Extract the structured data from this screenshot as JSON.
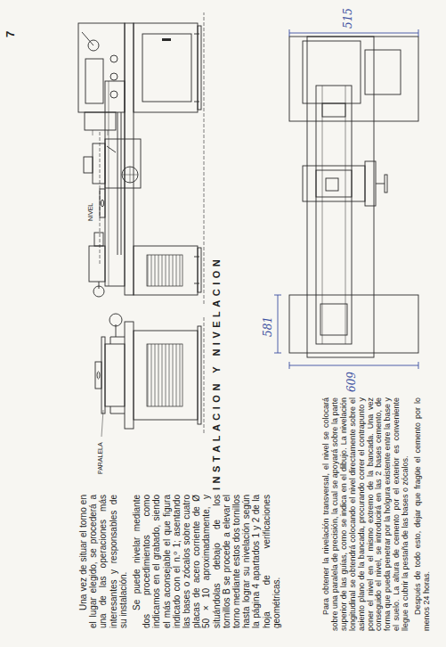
{
  "diagram": {
    "title": "INSTALACION Y NIVELACION",
    "labels": [
      "7",
      "Una vez de situar el torno en el lugar elegido, se procederá a una de las operaciones más interesantes y responsables de su instalación.",
      "Se puede nivelar mediante dos procedimientos como indicamos en el grabado, siendo el más aconsejable el que figura indicado con el n.º 1; asentando las bases o zócalos sobre cuatro placas de acero corriente de Ø 50 × 10 aproximadamente, y situándolas debajo de los tornillos B se procede a elevar el torno mediante estos dos tornillos hasta lograr su nivelación según la página 4 apartados 1 y 2 de la hoja de verificaciones geométricas.",
      "Para obtener la nivelación transversal, el nivel se colocará sobre una paralela de precisión, la cual se apoyará sobre la parte superior de las guías, como se indica en el dibujo. La nivelación longitudinal se obtendrá colocando el nivel directamente sobre el asiento plano de la bancada, procurando correr el contrapunto y poner el nivel en el mismo extremo de la bancada. Una vez conseguido el nivel, se introducirá en las 2 bases cemento, de forma que pueda penetrar por la holgura existente entre la base y el suelo. La altura de cemento por el exterior es conveniente llegue a cubrir la pestaña de las bases o zócalos.",
      "Después de todo esto, dejar que fragüe el cemento por lo menos 24 horas.",
      "515",
      "581",
      "609",
      "NIVEL",
      "PARALELA"
    ]
  }
}
